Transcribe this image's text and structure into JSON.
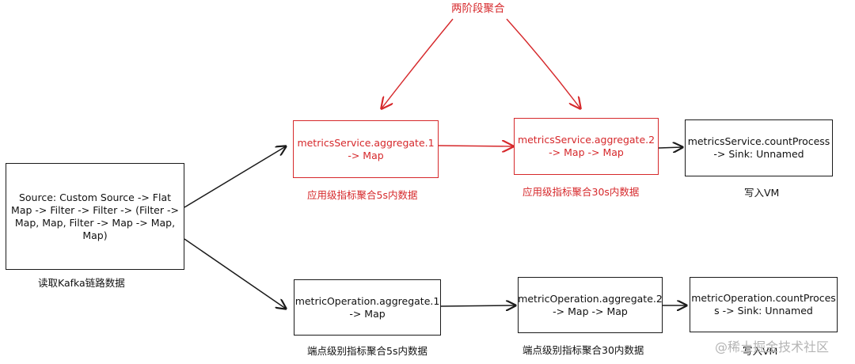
{
  "title": "两阶段聚合",
  "colors": {
    "accent": "#d6282b",
    "default": "#1a1a1a"
  },
  "nodes": {
    "source": {
      "text": "Source: Custom Source -> Flat\nMap -> Filter -> Filter -> (Filter ->\nMap, Map, Filter -> Map -> Map,\nMap)",
      "caption": "读取Kafka链路数据"
    },
    "service_agg1": {
      "text": "metricsService.aggregate.1\n-> Map",
      "caption": "应用级指标聚合5s内数据"
    },
    "service_agg2": {
      "text": "metricsService.aggregate.2\n-> Map -> Map",
      "caption": "应用级指标聚合30s内数据"
    },
    "service_count": {
      "text": "metricsService.countProcess\n-> Sink: Unnamed",
      "caption": "写入VM"
    },
    "op_agg1": {
      "text": "metricOperation.aggregate.1\n-> Map",
      "caption": "端点级别指标聚合5s内数据"
    },
    "op_agg2": {
      "text": "metricOperation.aggregate.2\n-> Map -> Map",
      "caption": "端点级别指标聚合30内数据"
    },
    "op_count": {
      "text": "metricOperation.countProces\ns -> Sink: Unnamed",
      "caption": "写入VM"
    }
  },
  "watermark": "@稀土掘金技术社区"
}
